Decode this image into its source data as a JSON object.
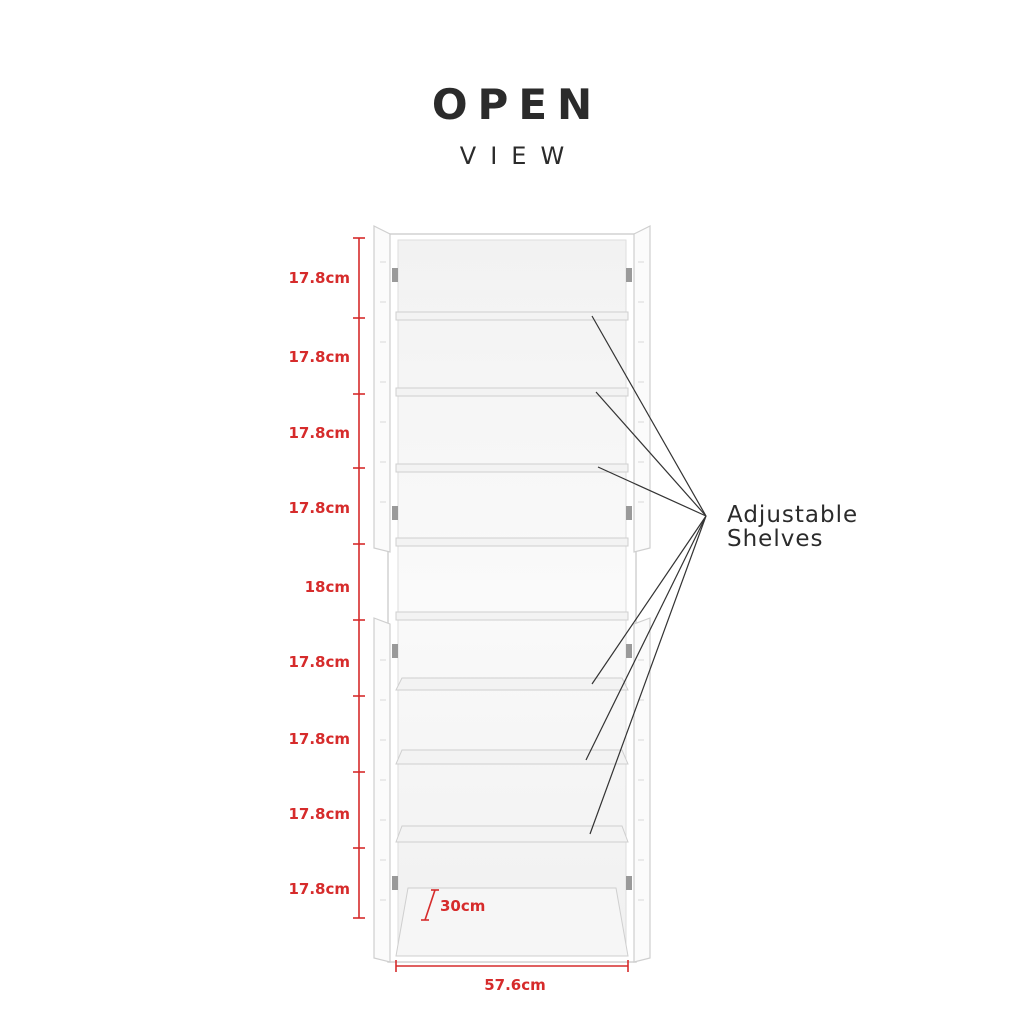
{
  "title": "OPEN",
  "subtitle": "VIEW",
  "colors": {
    "dimension": "#d62b2b",
    "text": "#2b2b2b",
    "cabinet_outline": "#c8c8c8",
    "cabinet_fill": "#f7f7f7",
    "shelf": "#eeeeee"
  },
  "heights": [
    {
      "label": "17.8cm"
    },
    {
      "label": "17.8cm"
    },
    {
      "label": "17.8cm"
    },
    {
      "label": "17.8cm"
    },
    {
      "label": "18cm"
    },
    {
      "label": "17.8cm"
    },
    {
      "label": "17.8cm"
    },
    {
      "label": "17.8cm"
    },
    {
      "label": "17.8cm"
    }
  ],
  "depth_label": "30cm",
  "width_label": "57.6cm",
  "callout": {
    "line1": "Adjustable",
    "line2": "Shelves"
  }
}
